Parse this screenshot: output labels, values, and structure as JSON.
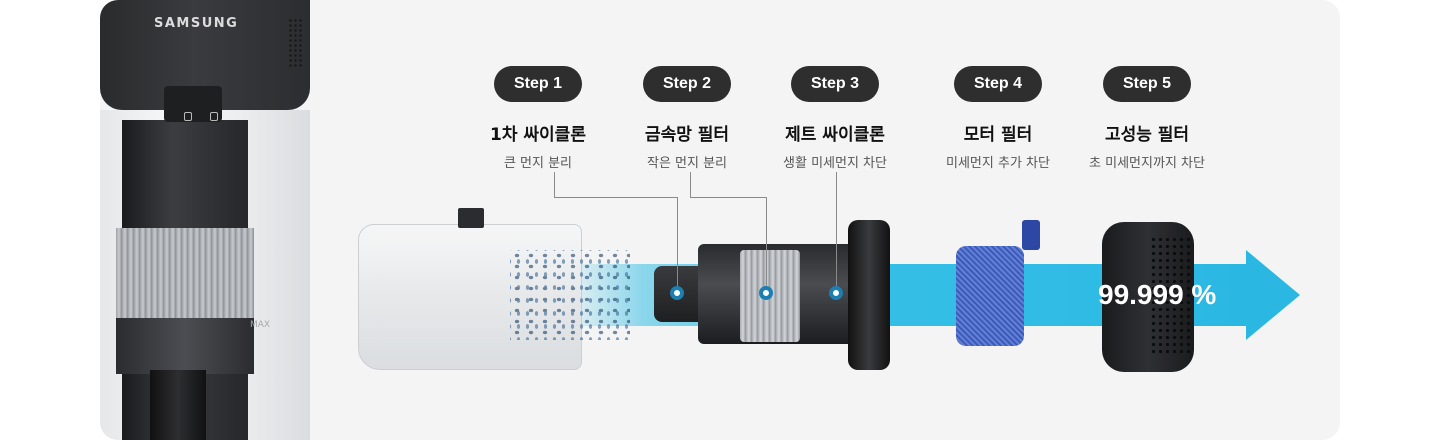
{
  "brand": "SAMSUNG",
  "vacuum_marking": "MAX",
  "steps": [
    {
      "pill": "Step 1",
      "title": "1차 싸이클론",
      "desc": "큰 먼지 분리"
    },
    {
      "pill": "Step 2",
      "title": "금속망 필터",
      "desc": "작은 먼지 분리"
    },
    {
      "pill": "Step 3",
      "title": "제트 싸이클론",
      "desc": "생활 미세먼지 차단"
    },
    {
      "pill": "Step 4",
      "title": "모터 필터",
      "desc": "미세먼지 추가 차단"
    },
    {
      "pill": "Step 5",
      "title": "고성능 필터",
      "desc": "초 미세먼지까지 차단"
    }
  ],
  "efficiency": "99.999 %",
  "colors": {
    "arrow": "#2ab8e3",
    "pill": "#2e2e2e",
    "panel": "#f4f4f4",
    "motor_filter": "#3050b0"
  }
}
